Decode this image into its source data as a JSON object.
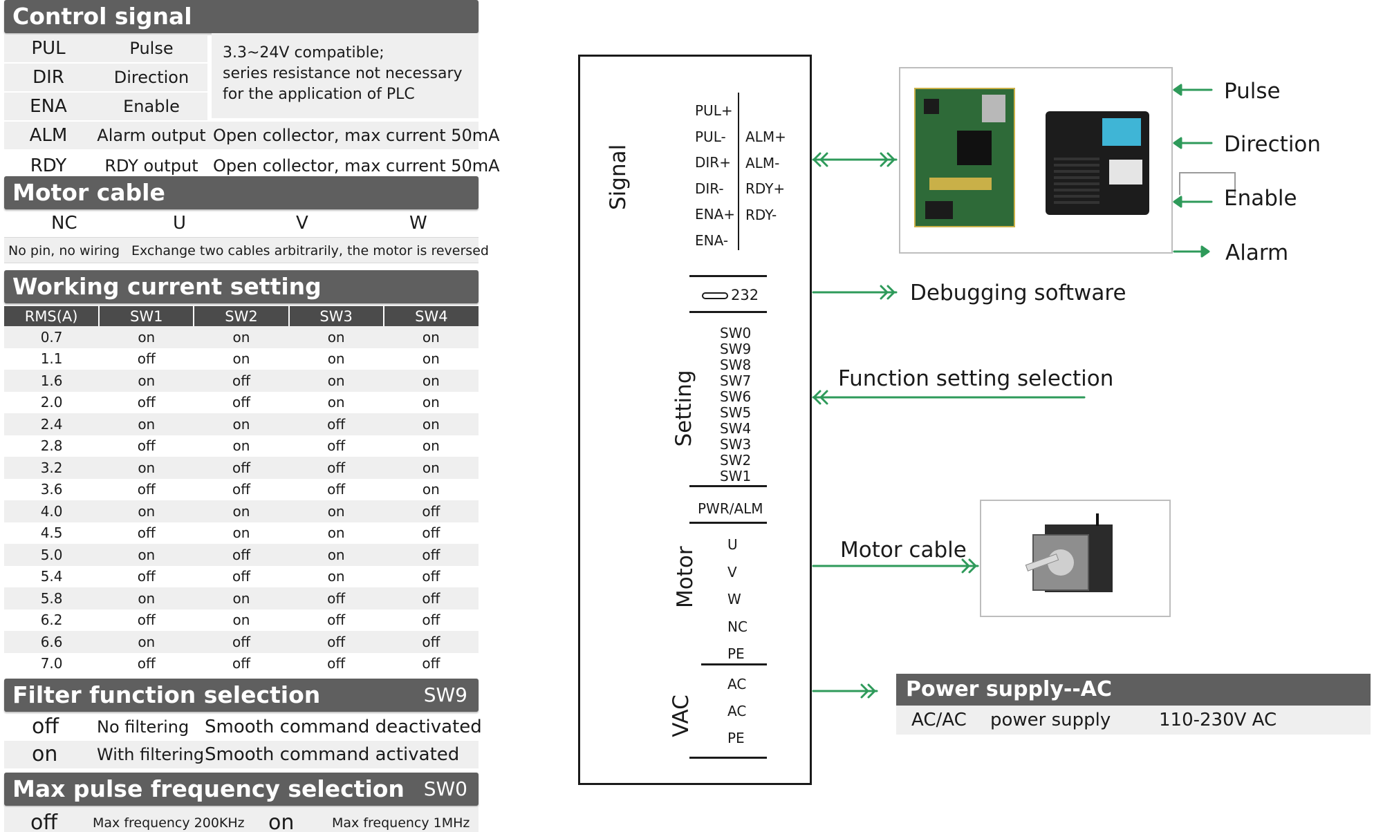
{
  "control_signal": {
    "title": "Control signal",
    "rows": [
      {
        "abbr": "PUL",
        "name": "Pulse",
        "desc": ""
      },
      {
        "abbr": "DIR",
        "name": "Direction",
        "desc": ""
      },
      {
        "abbr": "ENA",
        "name": "Enable",
        "desc": ""
      },
      {
        "abbr": "ALM",
        "name": "Alarm output",
        "desc": "Open collector, max current 50mA"
      },
      {
        "abbr": "RDY",
        "name": "RDY output",
        "desc": "Open collector, max current 50mA"
      }
    ],
    "merged_desc": [
      "3.3~24V compatible;",
      "series resistance not necessary",
      "for the application of PLC"
    ]
  },
  "motor_cable": {
    "title": "Motor cable",
    "headers": [
      "NC",
      "U",
      "V",
      "W"
    ],
    "desc_nc": "No pin, no wiring",
    "desc_uvw": "Exchange two cables arbitrarily, the motor is reversed"
  },
  "working_current": {
    "title": "Working current setting",
    "columns": [
      "RMS(A)",
      "SW1",
      "SW2",
      "SW3",
      "SW4"
    ],
    "rows": [
      [
        "0.7",
        "on",
        "on",
        "on",
        "on"
      ],
      [
        "1.1",
        "off",
        "on",
        "on",
        "on"
      ],
      [
        "1.6",
        "on",
        "off",
        "on",
        "on"
      ],
      [
        "2.0",
        "off",
        "off",
        "on",
        "on"
      ],
      [
        "2.4",
        "on",
        "on",
        "off",
        "on"
      ],
      [
        "2.8",
        "off",
        "on",
        "off",
        "on"
      ],
      [
        "3.2",
        "on",
        "off",
        "off",
        "on"
      ],
      [
        "3.6",
        "off",
        "off",
        "off",
        "on"
      ],
      [
        "4.0",
        "on",
        "on",
        "on",
        "off"
      ],
      [
        "4.5",
        "off",
        "on",
        "on",
        "off"
      ],
      [
        "5.0",
        "on",
        "off",
        "on",
        "off"
      ],
      [
        "5.4",
        "off",
        "off",
        "on",
        "off"
      ],
      [
        "5.8",
        "on",
        "on",
        "off",
        "off"
      ],
      [
        "6.2",
        "off",
        "on",
        "off",
        "off"
      ],
      [
        "6.6",
        "on",
        "off",
        "off",
        "off"
      ],
      [
        "7.0",
        "off",
        "off",
        "off",
        "off"
      ]
    ]
  },
  "filter": {
    "title": "Filter function selection",
    "switch": "SW9",
    "rows": [
      {
        "key": "off",
        "a": "No filtering",
        "b": "Smooth command deactivated"
      },
      {
        "key": "on",
        "a": "With filtering",
        "b": "Smooth command activated"
      }
    ]
  },
  "max_pulse": {
    "title": "Max pulse frequency selection",
    "switch": "SW0",
    "off_key": "off",
    "off_desc": "Max frequency 200KHz",
    "on_key": "on",
    "on_desc": "Max frequency 1MHz"
  },
  "driver": {
    "signal_label": "Signal",
    "signal_left_pins": [
      "PUL+",
      "PUL-",
      "DIR+",
      "DIR-",
      "ENA+",
      "ENA-"
    ],
    "signal_right_pins": [
      "ALM+",
      "ALM-",
      "RDY+",
      "RDY-"
    ],
    "port_232": "232",
    "setting_label": "Setting",
    "switches": [
      "SW0",
      "SW9",
      "SW8",
      "SW7",
      "SW6",
      "SW5",
      "SW4",
      "SW3",
      "SW2",
      "SW1"
    ],
    "pwr_alm": "PWR/ALM",
    "motor_label": "Motor",
    "motor_pins": [
      "U",
      "V",
      "W",
      "NC",
      "PE"
    ],
    "vac_label": "VAC",
    "vac_pins": [
      "AC",
      "AC",
      "PE"
    ]
  },
  "annotations": {
    "pulse": "Pulse",
    "direction": "Direction",
    "enable": "Enable",
    "alarm": "Alarm",
    "debugging": "Debugging software",
    "function_setting": "Function setting selection",
    "motor_cable": "Motor cable"
  },
  "power_supply": {
    "title": "Power supply--AC",
    "col1": "AC/AC",
    "col2": "power supply",
    "col3": "110-230V AC"
  },
  "colors": {
    "arrow": "#2e9a5a",
    "header_bg": "#5f5f5f",
    "row_shade": "#efefef"
  }
}
